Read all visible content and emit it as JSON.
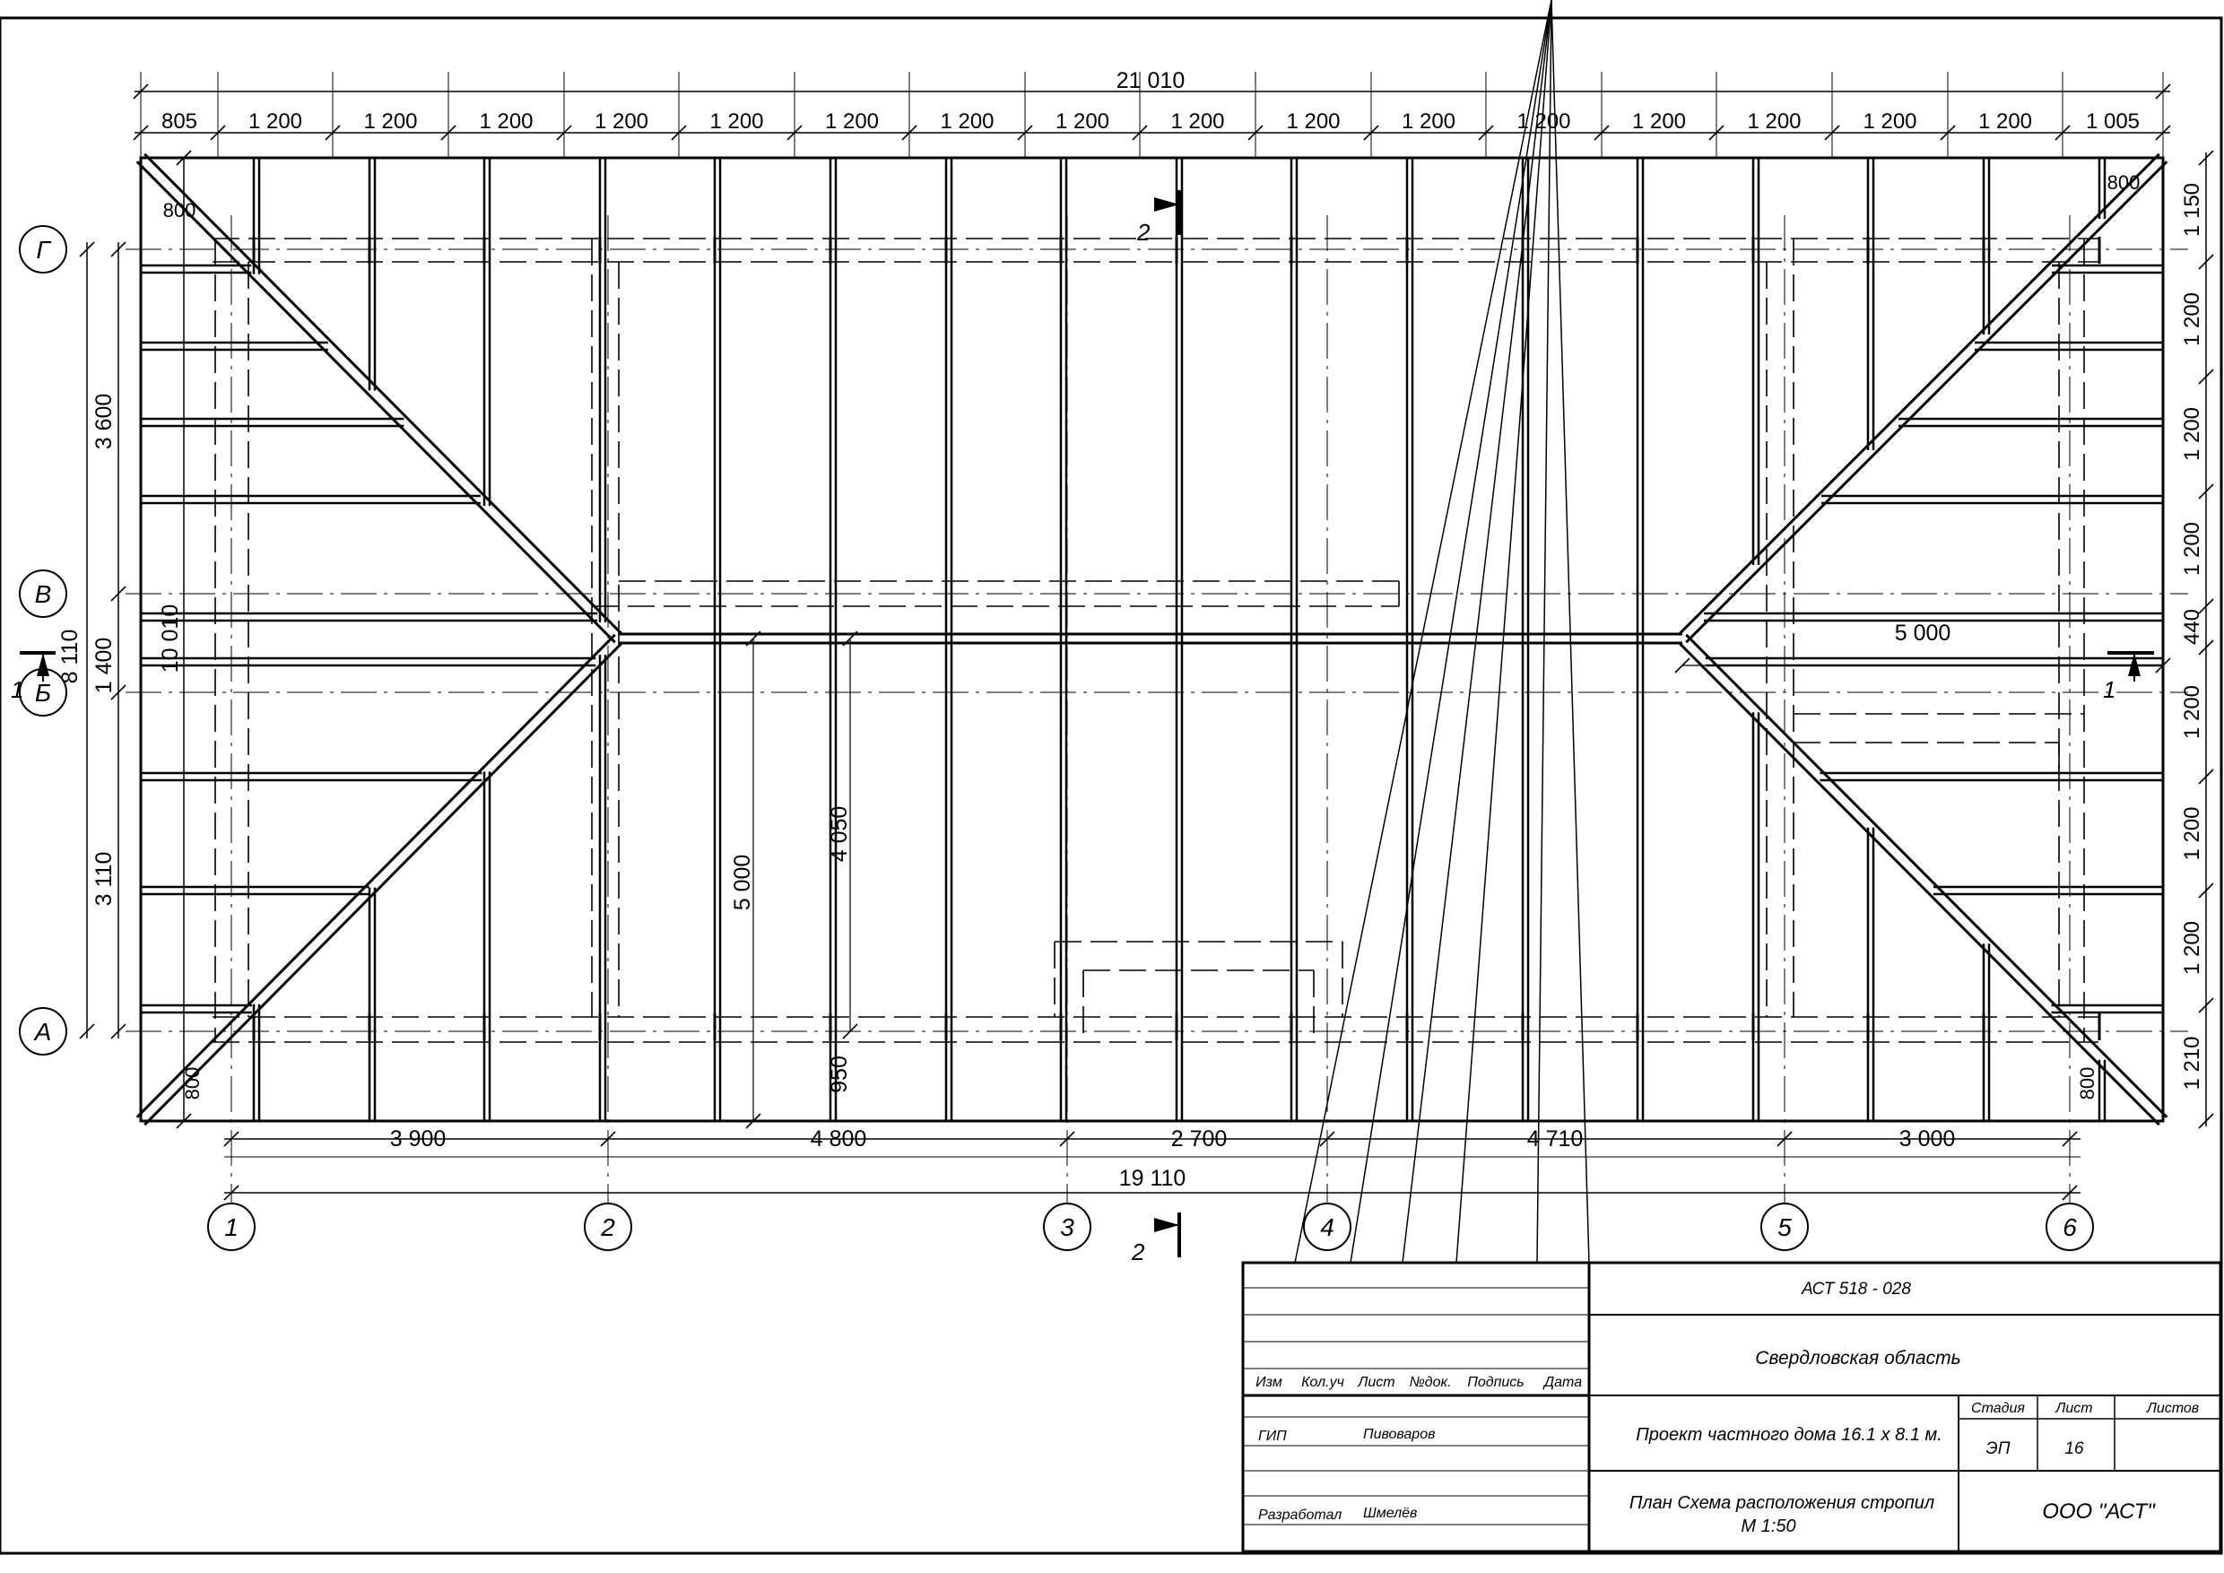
{
  "dims": {
    "overall_top": "21 010",
    "top_segments": [
      "805",
      "1 200",
      "1 200",
      "1 200",
      "1 200",
      "1 200",
      "1 200",
      "1 200",
      "1 200",
      "1 200",
      "1 200",
      "1 200",
      "1 200",
      "1 200",
      "1 200",
      "1 200",
      "1 200",
      "1 005"
    ],
    "bottom_axes": [
      "3 900",
      "4 800",
      "2 700",
      "4 710",
      "3 000"
    ],
    "bottom_overall": "19 110",
    "right_segments": [
      "1 150",
      "1 200",
      "1 200",
      "1 200",
      "440",
      "1 200",
      "1 200",
      "1 200",
      "1 210"
    ],
    "left_outer": "10 010",
    "left_axes": [
      "3 600",
      "1 400",
      "3 110"
    ],
    "left_overall": "8 110",
    "overhangs": [
      "800",
      "800",
      "800",
      "800"
    ],
    "inner_5000_h": "5 000",
    "inner_5000_v": "5 000",
    "inner_4050": "4 050",
    "inner_950": "950"
  },
  "axes": {
    "columns": [
      "1",
      "2",
      "3",
      "4",
      "5",
      "6"
    ],
    "rows": [
      "Г",
      "В",
      "Б",
      "А"
    ]
  },
  "sections": {
    "s1": "1",
    "s2": "2"
  },
  "stamp": {
    "code": "АСТ  518 - 028",
    "region": "Свердловская область",
    "headers": [
      "Изм",
      "Кол.уч",
      "Лист",
      "№док.",
      "Подпись",
      "Дата"
    ],
    "gip_label": "ГИП",
    "gip_name": "Пивоваров",
    "dev_label": "Разработал",
    "dev_name": "Шмелёв",
    "project": "Проект частного дома 16.1 х 8.1 м.",
    "sheet_title": "План Схема расположения стропил",
    "scale": "М 1:50",
    "stage_label": "Стадия",
    "sheet_label": "Лист",
    "sheets_label": "Листов",
    "stage": "ЭП",
    "sheet_no": "16",
    "company": "ООО \"АСТ\""
  }
}
